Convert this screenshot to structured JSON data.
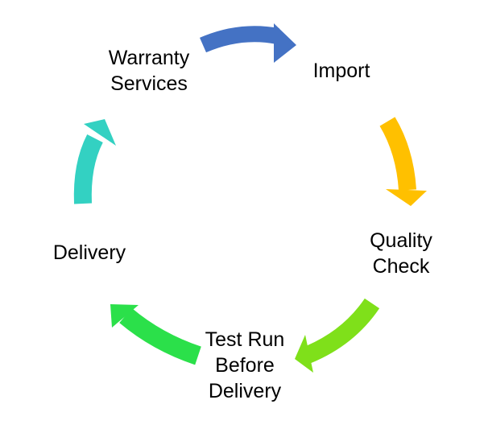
{
  "diagram": {
    "type": "cycle",
    "steps": [
      {
        "id": "warranty",
        "lines": [
          "Warranty",
          "Services"
        ]
      },
      {
        "id": "import",
        "lines": [
          "Import"
        ]
      },
      {
        "id": "quality",
        "lines": [
          "Quality",
          "Check"
        ]
      },
      {
        "id": "testrun",
        "lines": [
          "Test Run",
          "Before",
          "Delivery"
        ]
      },
      {
        "id": "delivery",
        "lines": [
          "Delivery"
        ]
      }
    ],
    "arrows": [
      {
        "from": "warranty",
        "to": "import",
        "color": "#4472C4"
      },
      {
        "from": "import",
        "to": "quality",
        "color": "#FFC000"
      },
      {
        "from": "quality",
        "to": "testrun",
        "color": "#7FE01A"
      },
      {
        "from": "testrun",
        "to": "delivery",
        "color": "#2BE04A"
      },
      {
        "from": "delivery",
        "to": "warranty",
        "color": "#33D1C2"
      }
    ]
  }
}
